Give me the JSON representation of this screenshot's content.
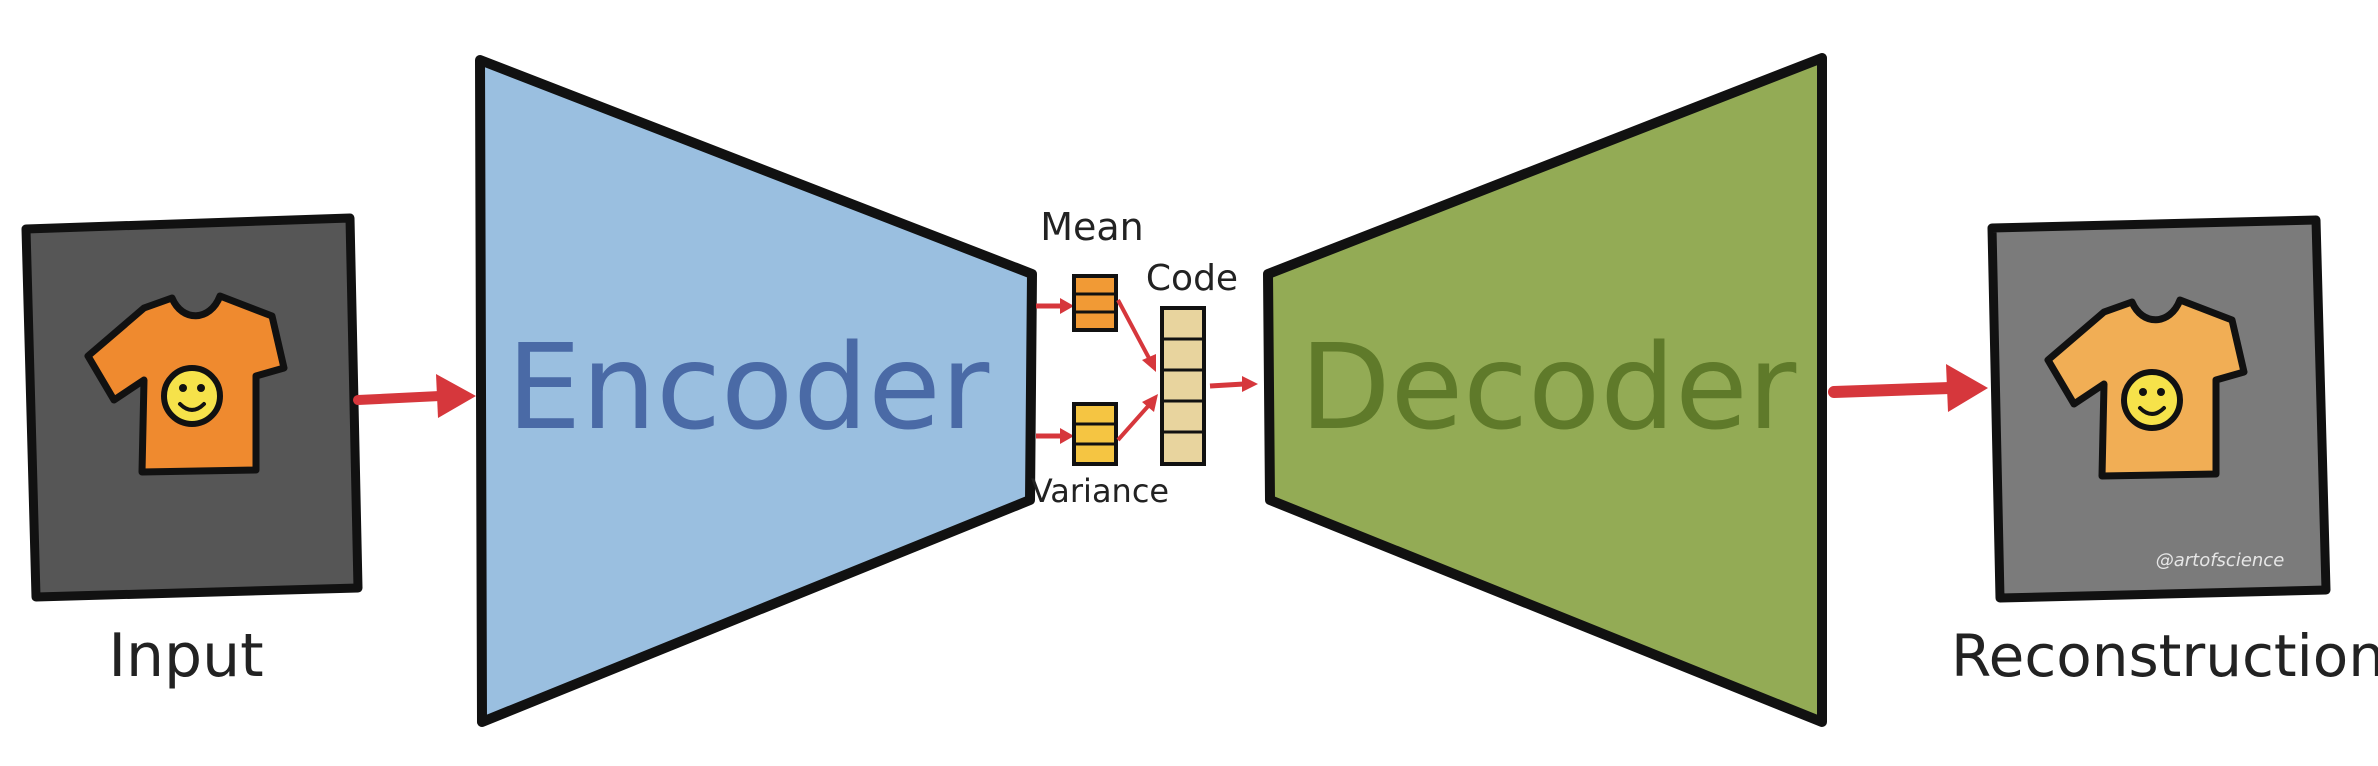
{
  "labels": {
    "input": "Input",
    "encoder": "Encoder",
    "mean": "Mean",
    "code": "Code",
    "variance": "Variance",
    "decoder": "Decoder",
    "reconstruction": "Reconstruction",
    "watermark": "@artofscience"
  },
  "colors": {
    "encoder_fill": "#9abfe0",
    "encoder_text": "#4a6aa6",
    "decoder_fill": "#93ab55",
    "decoder_text": "#5f7a2a",
    "input_frame": "#565656",
    "recon_frame": "#7b7b7b",
    "shirt_input": "#ef8a2f",
    "shirt_recon": "#f1ae55",
    "arrow": "#d6373c",
    "mean_box": "#f19a35",
    "variance_box": "#f5c542",
    "code_box": "#e8d49e",
    "face": "#f6e24a"
  },
  "icons": [
    "tshirt-icon",
    "smiley-icon"
  ],
  "code_cells": 5
}
